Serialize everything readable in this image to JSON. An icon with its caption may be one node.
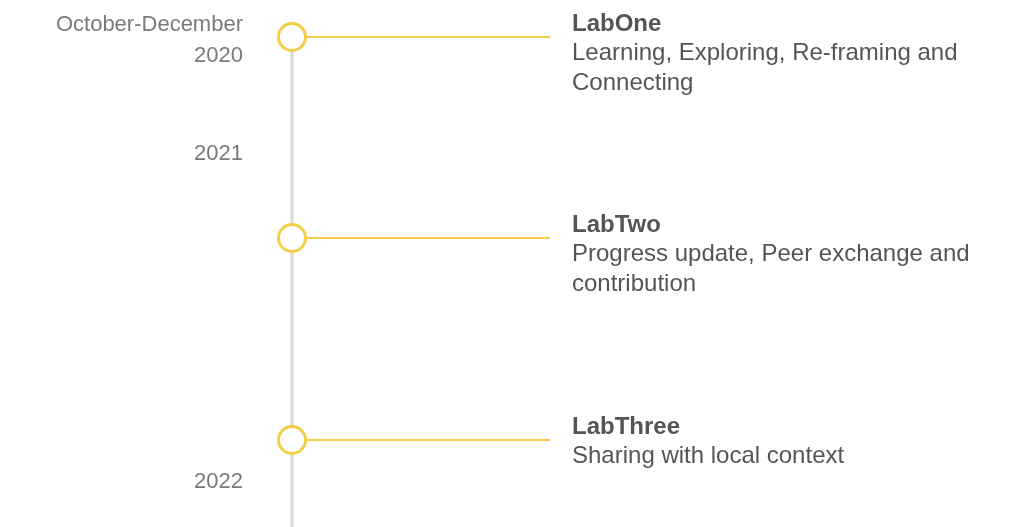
{
  "diagram": {
    "nodes": [
      {
        "text": [],
        "shape": "circle"
      },
      {
        "text": [
          "LabOne",
          "Learning, Exploring, Re-framing and Connecting"
        ]
      },
      {
        "text": [],
        "shape": "circle"
      },
      {
        "text": [
          "LabTwo",
          "Progress update, Peer exchange and contribution"
        ]
      },
      {
        "text": [],
        "shape": "circle"
      },
      {
        "text": [
          "LabThree",
          "Sharing with local context"
        ]
      }
    ],
    "edges": [
      {
        "from": 0,
        "to": 1,
        "arrow": "none"
      },
      {
        "from": 2,
        "to": 3,
        "arrow": "none"
      },
      {
        "from": 4,
        "to": 5,
        "arrow": "none"
      }
    ],
    "labels": [
      "October-December 2020",
      "2021",
      "2022"
    ]
  }
}
